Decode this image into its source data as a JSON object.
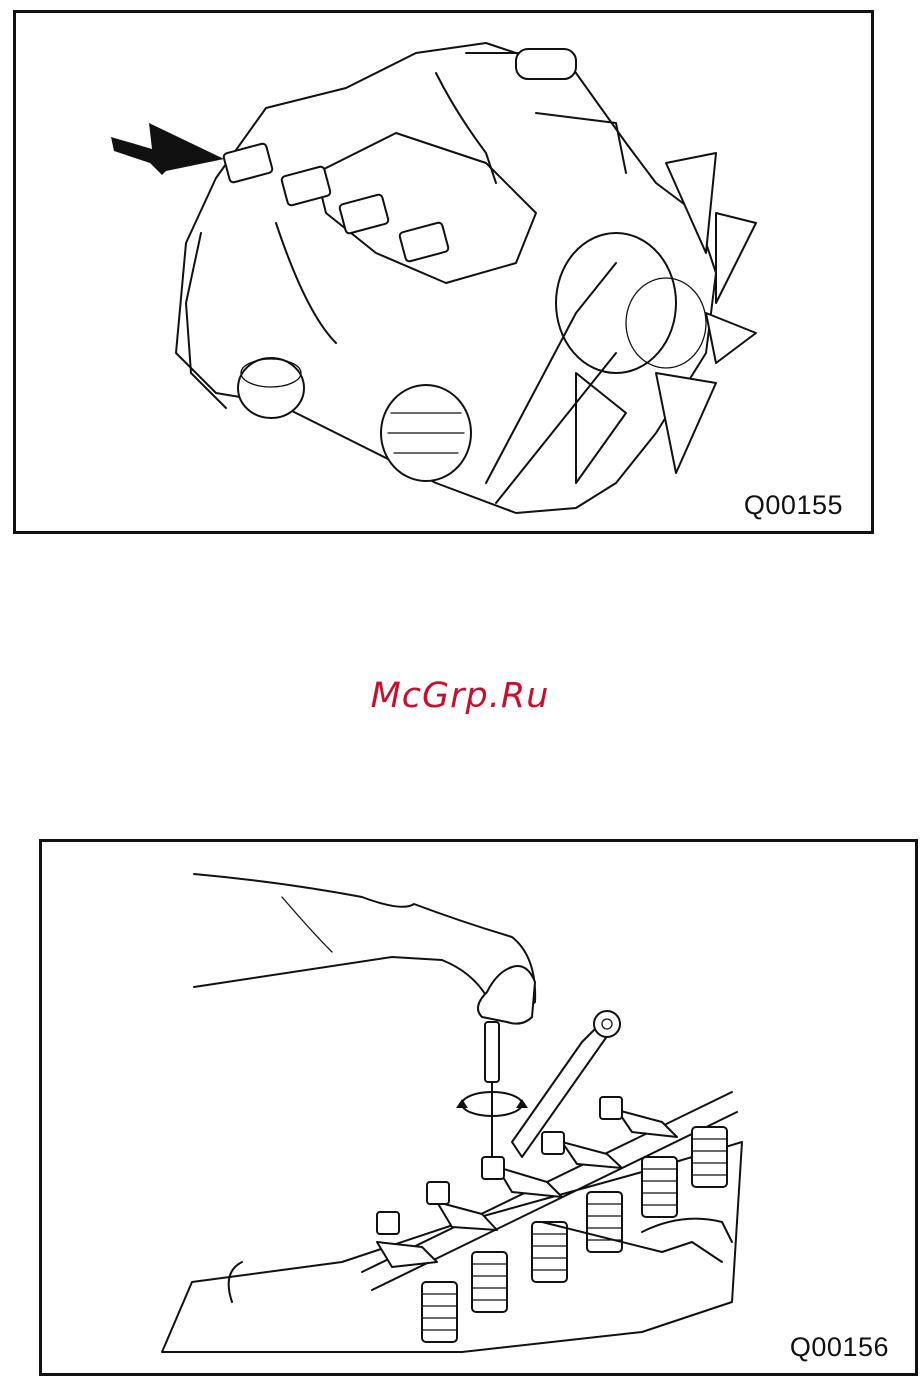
{
  "figures": [
    {
      "code": "Q00155"
    },
    {
      "code": "Q00156"
    }
  ],
  "watermark": "McGrp.Ru",
  "colors": {
    "watermark": "#c8102e",
    "line": "#111111",
    "background": "#ffffff"
  }
}
